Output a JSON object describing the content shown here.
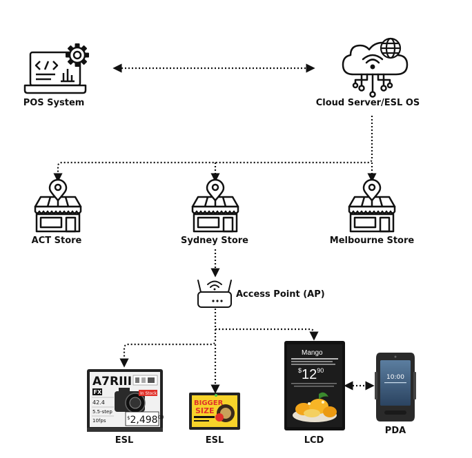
{
  "nodes": {
    "pos": {
      "label": "POS System"
    },
    "cloud": {
      "label": "Cloud Server/ESL OS"
    },
    "act": {
      "label": "ACT Store"
    },
    "sydney": {
      "label": "Sydney Store"
    },
    "melbourne": {
      "label": "Melbourne Store"
    },
    "ap": {
      "label": "Access Point (AP)"
    },
    "esl1": {
      "label": "ESL",
      "model": "A7RIII",
      "badge": "FX",
      "specs": [
        "42.4",
        "5.5-step",
        "10fps"
      ],
      "tag": "In Stock",
      "price_dollars": "2,498",
      "price_cents": "00"
    },
    "esl2": {
      "label": "ESL",
      "headline_1": "BIGGER",
      "headline_2": "SIZE"
    },
    "lcd": {
      "label": "LCD",
      "title": "Mango",
      "price_dollars": "12",
      "price_cents": "90"
    },
    "pda": {
      "label": "PDA",
      "time": "10:00"
    }
  },
  "colors": {
    "ink": "#111111",
    "esl_yellow": "#f7d32a",
    "esl_red": "#e0312a",
    "lcd_bg": "#1c1c1c",
    "mango": "#f2a51a"
  },
  "icons": [
    "laptop-code-icon",
    "gear-icon",
    "cloud-icon",
    "globe-icon",
    "store-icon",
    "map-pin-icon",
    "wifi-router-icon",
    "smartphone-icon"
  ]
}
